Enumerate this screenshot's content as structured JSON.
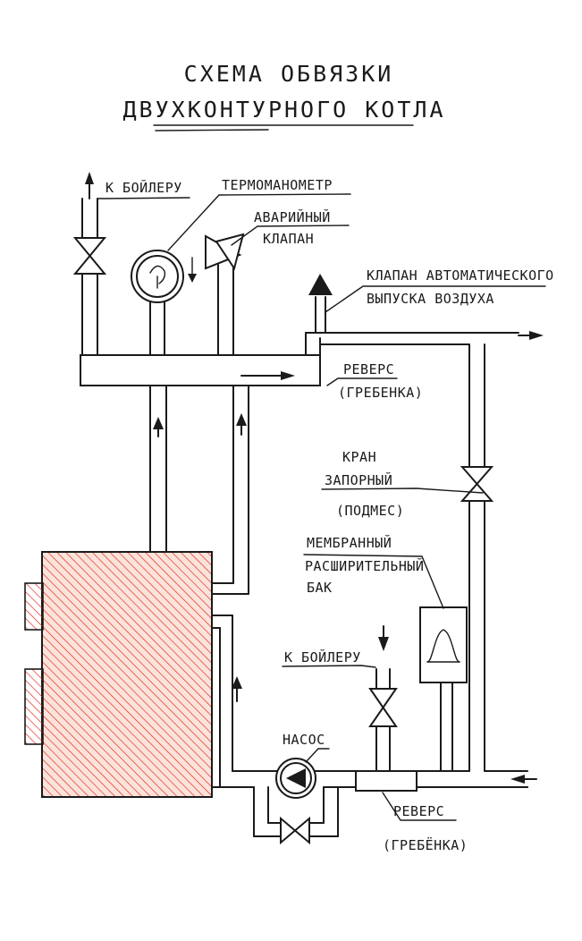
{
  "title": {
    "line1": "СХЕМА ОБВЯЗКИ",
    "line2": "ДВУХКОНТУРНОГО КОТЛА"
  },
  "labels": {
    "to_boiler_top": "К БОЙЛЕРУ",
    "thermomanometer": "ТЕРМОМАНОМЕТР",
    "emergency_valve_1": "АВАРИЙНЫЙ",
    "emergency_valve_2": "КЛАПАН",
    "air_valve_1": "КЛАПАН АВТОМАТИЧЕСКОГО",
    "air_valve_2": "ВЫПУСКА ВОЗДУХА",
    "manifold_top_1": "РЕВЕРС",
    "manifold_top_2": "(ГРЕБЕНКА)",
    "shutoff_1": "КРАН",
    "shutoff_2": "ЗАПОРНЫЙ",
    "shutoff_3": "(ПОДМЕС)",
    "tank_1": "МЕМБРАННЫЙ",
    "tank_2": "РАСШИРИТЕЛЬНЫЙ",
    "tank_3": "БАК",
    "to_boiler_bottom": "К БОЙЛЕРУ",
    "pump": "НАСОС",
    "manifold_bottom_1": "РЕВЕРС",
    "manifold_bottom_2": "(ГРЕБЁНКА)"
  },
  "colors": {
    "ink": "#1a1a1a",
    "boiler_hatch": "#e0301e",
    "boiler_fill": "#fbe3dc"
  },
  "icons": {
    "gate_valve": "bowtie-valve-icon",
    "gauge": "thermomanometer-icon",
    "relief_valve": "relief-valve-icon",
    "air_vent": "air-vent-icon",
    "pump": "pump-icon",
    "tank": "expansion-tank-icon",
    "arrow": "flow-arrow-icon"
  }
}
